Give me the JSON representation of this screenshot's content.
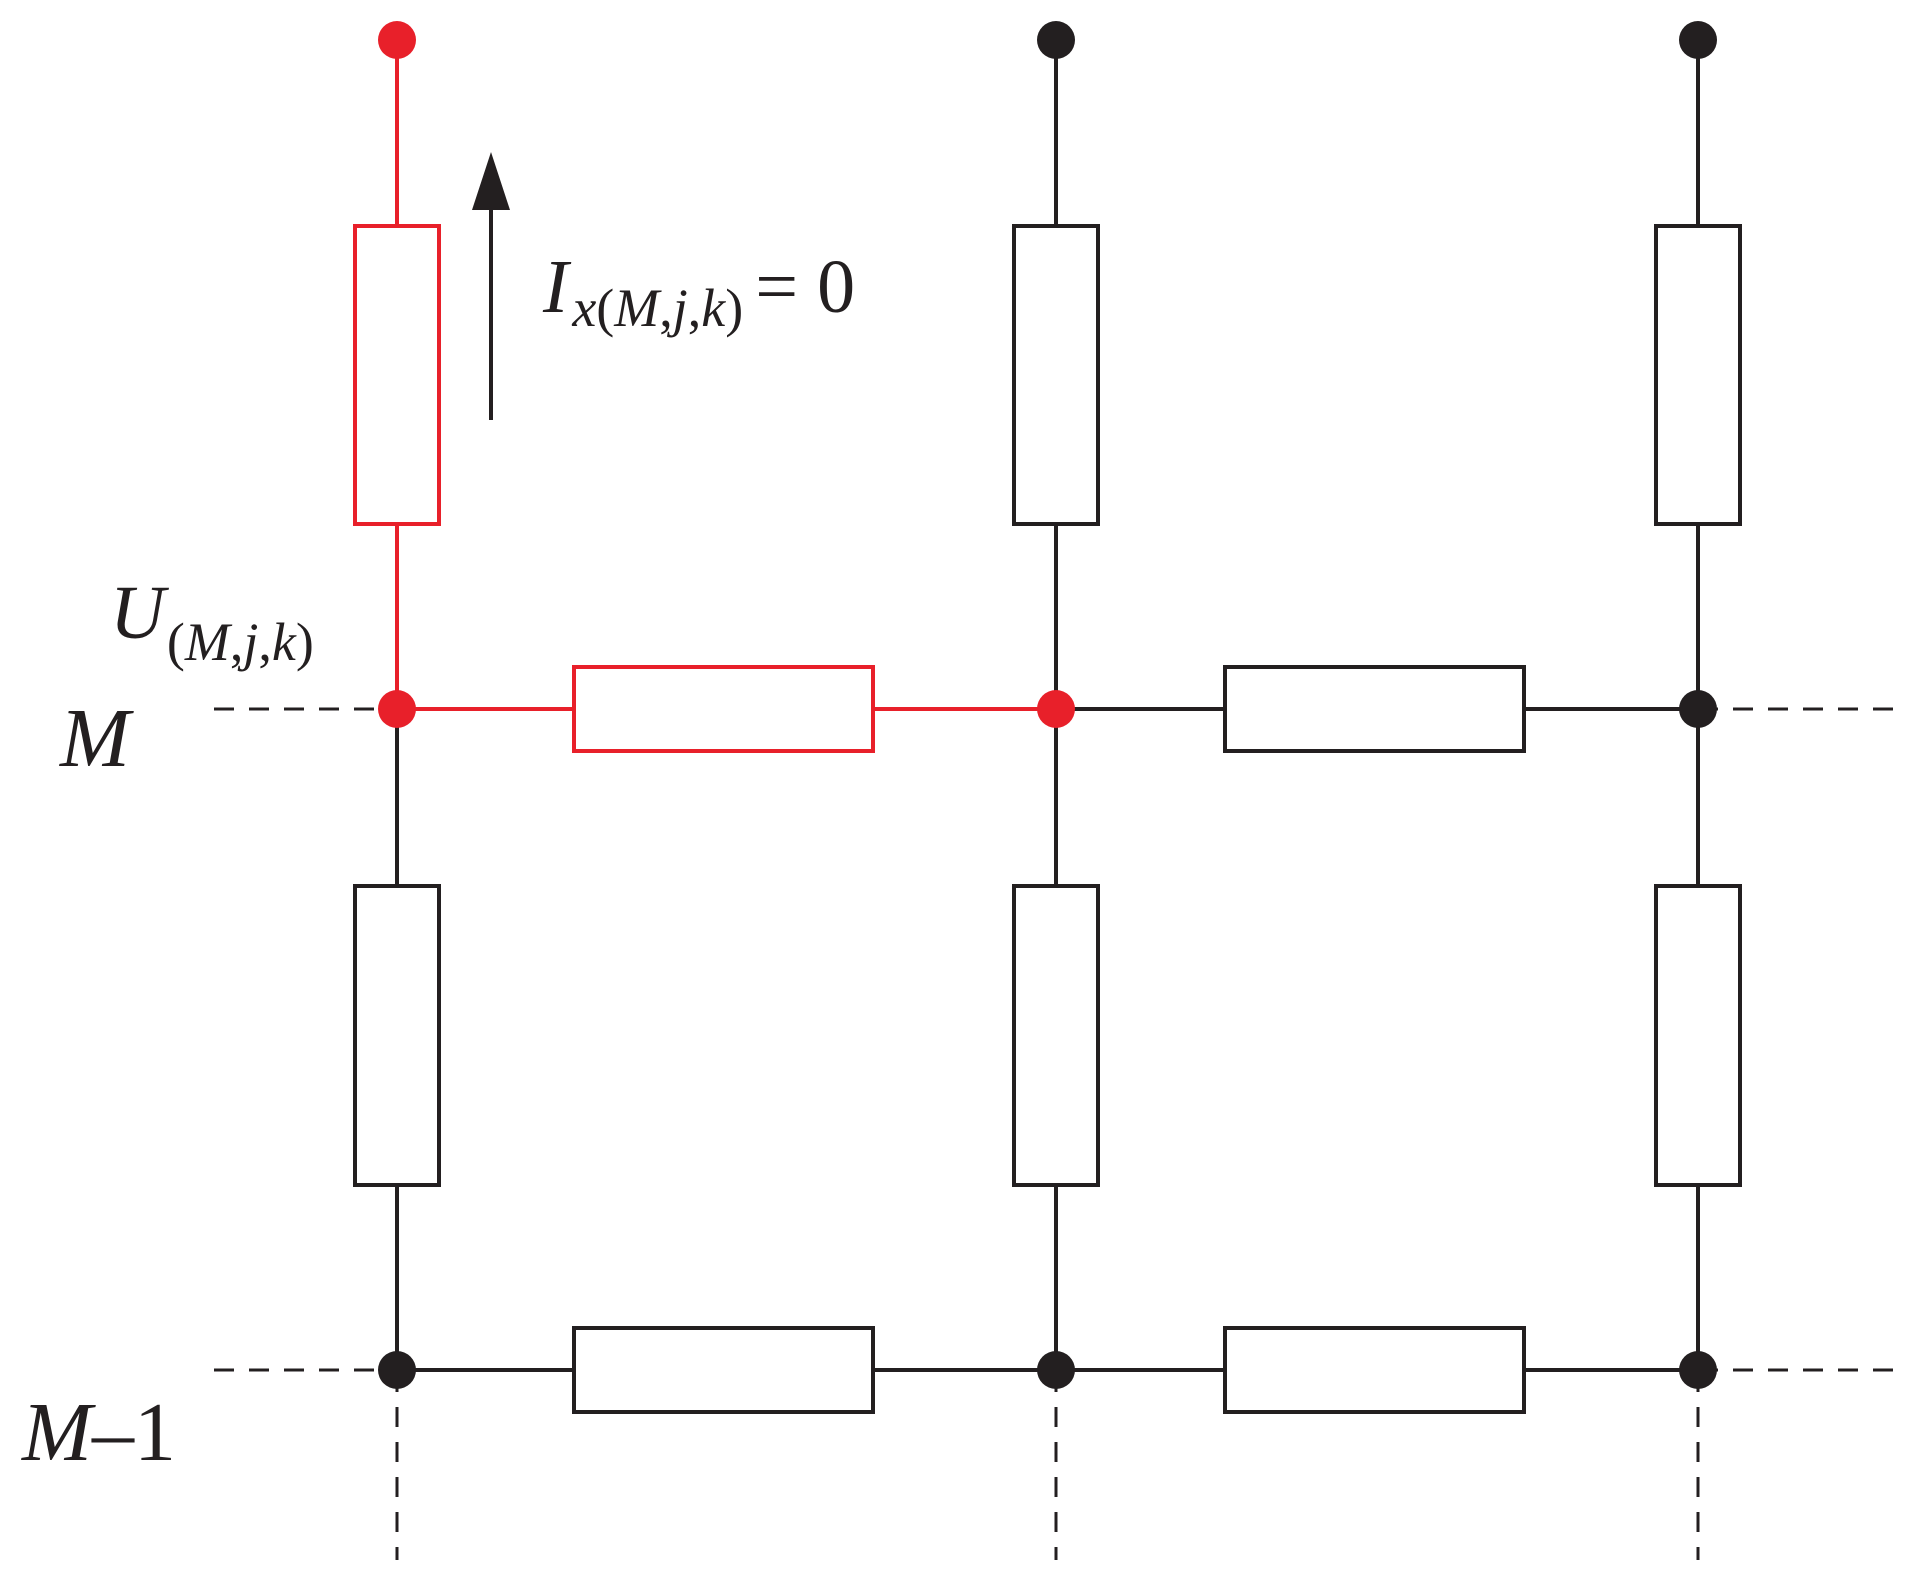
{
  "colors": {
    "highlight": "#e8202a",
    "normal": "#231f20",
    "background": "#ffffff"
  },
  "labels": {
    "current": {
      "symbol": "I",
      "subscript_var": "x",
      "paren_open": "(",
      "M": "M",
      "comma1": ",",
      "j": "j",
      "comma2": ",",
      "k": "k",
      "paren_close": ")",
      "equals": "= 0"
    },
    "voltage": {
      "symbol": "U",
      "paren_open": "(",
      "M": "M",
      "comma1": ",",
      "j": "j",
      "comma2": ",",
      "k": "k",
      "paren_close": ")"
    },
    "row_top": "M",
    "row_bottom_var": "M",
    "row_bottom_rest": "–1"
  },
  "highlighted_components": [
    "top-left-vertical-resistor",
    "top-left-horizontal-resistor",
    "node-M-col1",
    "node-M-col2",
    "terminal-col1"
  ],
  "current_arrow_direction": "up"
}
